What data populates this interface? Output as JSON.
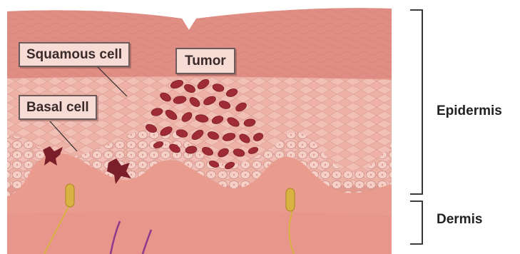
{
  "labels": {
    "squamous_cell": "Squamous cell",
    "tumor": "Tumor",
    "basal_cell": "Basal cell",
    "epidermis": "Epidermis",
    "dermis": "Dermis"
  },
  "colors": {
    "skin_surface": "#e2938a",
    "epidermis_cells": "#efb3a8",
    "dermis": "#e8998b",
    "tumor_cells": "#9e2b35",
    "melanocyte": "#7a1f2a",
    "nerve_ending": "#d8b243",
    "nerve_fiber": "#8e3a8c",
    "callout_fill": "#f7dcd6",
    "bracket": "#222222"
  }
}
